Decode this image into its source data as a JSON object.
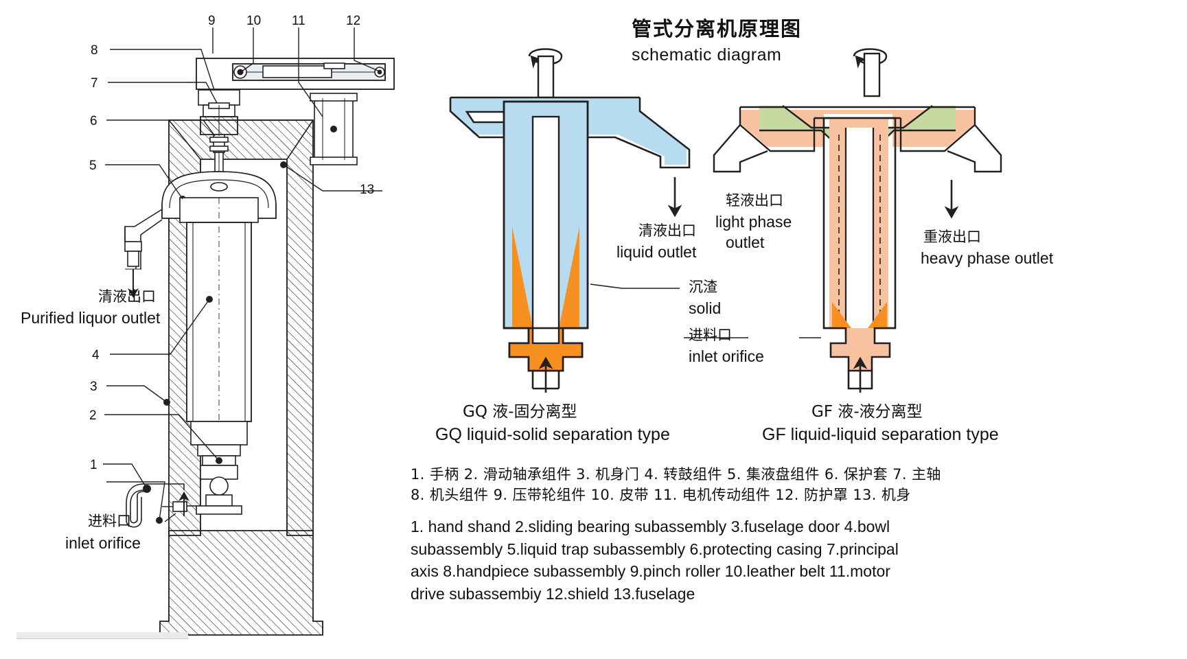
{
  "title": {
    "zh": "管式分离机原理图",
    "en": "schematic diagram"
  },
  "left_diagram": {
    "name": "tubular-separator-sectional-view",
    "callout_numbers": [
      "1",
      "2",
      "3",
      "4",
      "5",
      "6",
      "7",
      "8",
      "9",
      "10",
      "11",
      "12",
      "13"
    ],
    "labels": {
      "purified_outlet_zh": "清液出口",
      "purified_outlet_en": "Purified liquor outlet",
      "inlet_zh": "进料口",
      "inlet_en": "inlet orifice"
    }
  },
  "right_diagram": {
    "gq": {
      "caption_zh": "GQ 液-固分离型",
      "caption_en": "GQ liquid-solid separation type",
      "outlet_zh": "清液出口",
      "outlet_en": "liquid outlet"
    },
    "gf": {
      "caption_zh": "GF 液-液分离型",
      "caption_en": "GF liquid-liquid separation type",
      "light_zh": "轻液出口",
      "light_en_1": "light phase",
      "light_en_2": "outlet",
      "heavy_zh": "重液出口",
      "heavy_en": "heavy phase outlet"
    },
    "shared": {
      "solid_zh": "沉渣",
      "solid_en": "solid",
      "inlet_zh": "进料口",
      "inlet_en": "inlet orifice"
    },
    "colors": {
      "light_blue": "#b7dcf0",
      "orange": "#f79020",
      "peach": "#f7c2a0",
      "green": "#c6d9a0",
      "outline": "#231f20"
    }
  },
  "legend": {
    "zh_lines": [
      "1. 手柄  2. 滑动轴承组件  3. 机身门  4. 转鼓组件  5. 集液盘组件  6. 保护套 7. 主轴",
      "8. 机头组件 9. 压带轮组件  10. 皮带  11. 电机传动组件   12. 防护罩 13. 机身"
    ],
    "en_lines": [
      "1. hand shand   2.sliding bearing subassembly  3.fuselage door   4.bowl",
      "subassembly   5.liquid trap subassembly   6.protecting casing  7.principal",
      "axis   8.handpiece subassembly 9.pinch roller   10.leather belt   11.motor",
      "drive subassembiy   12.shield 13.fuselage"
    ]
  }
}
